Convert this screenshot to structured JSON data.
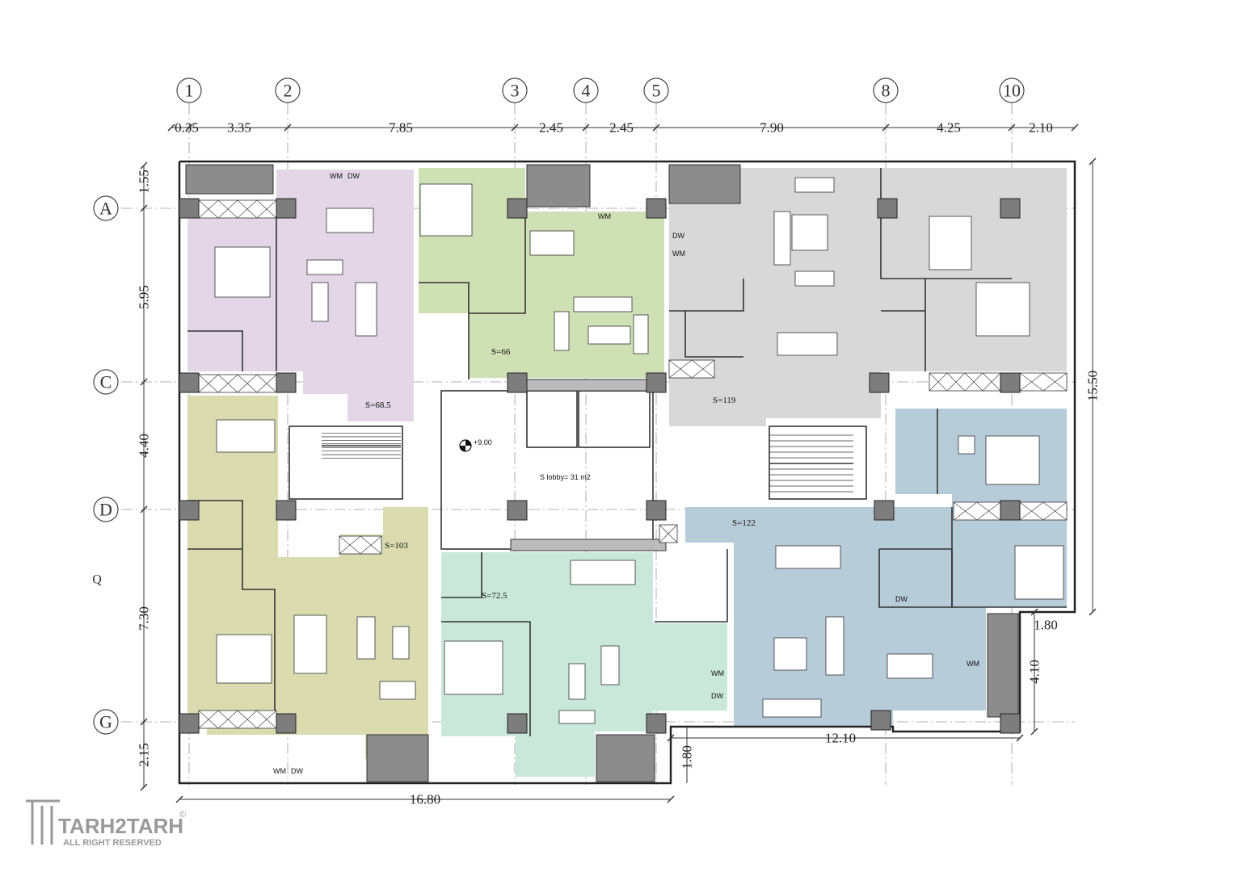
{
  "colors": {
    "purple": "#e3d6e6",
    "green": "#cfe0b4",
    "gray": "#d8d8d8",
    "olive": "#dadcb0",
    "mint": "#c9e8da",
    "blue": "#b7ccd9",
    "white": "#ffffff",
    "dark_gray": "#8c8c8c"
  },
  "grid_columns": [
    "1",
    "2",
    "3",
    "4",
    "5",
    "8",
    "10"
  ],
  "grid_rows": [
    "A",
    "C",
    "D",
    "Q",
    "G"
  ],
  "dimensions": {
    "top": [
      "0.35",
      "3.35",
      "7.85",
      "2.45",
      "2.45",
      "7.90",
      "4.25",
      "2.10"
    ],
    "left": [
      "1.55",
      "5.95",
      "4.40",
      "7.30",
      "2.15"
    ],
    "right_total": "15.50",
    "right_lower": [
      "1.80",
      "4.10"
    ],
    "bottom_total": "16.80",
    "bottom_right": "12.10",
    "bottom_mid": "1.80"
  },
  "areas": [
    {
      "id": "purple",
      "label": "S=68.5"
    },
    {
      "id": "green",
      "label": "S=66"
    },
    {
      "id": "gray",
      "label": "S=119"
    },
    {
      "id": "olive",
      "label": "S=103"
    },
    {
      "id": "mint",
      "label": "S=72.5"
    },
    {
      "id": "blue",
      "label": "S=122"
    }
  ],
  "lobby": {
    "label": "S lobby= 31 m2",
    "level": "+9.00"
  },
  "appliance_labels": {
    "washer": "WM",
    "dishwasher": "DW"
  },
  "logo": {
    "brand": "TARH2TARH",
    "tagline": "ALL RIGHT RESERVED",
    "mark": "©"
  }
}
